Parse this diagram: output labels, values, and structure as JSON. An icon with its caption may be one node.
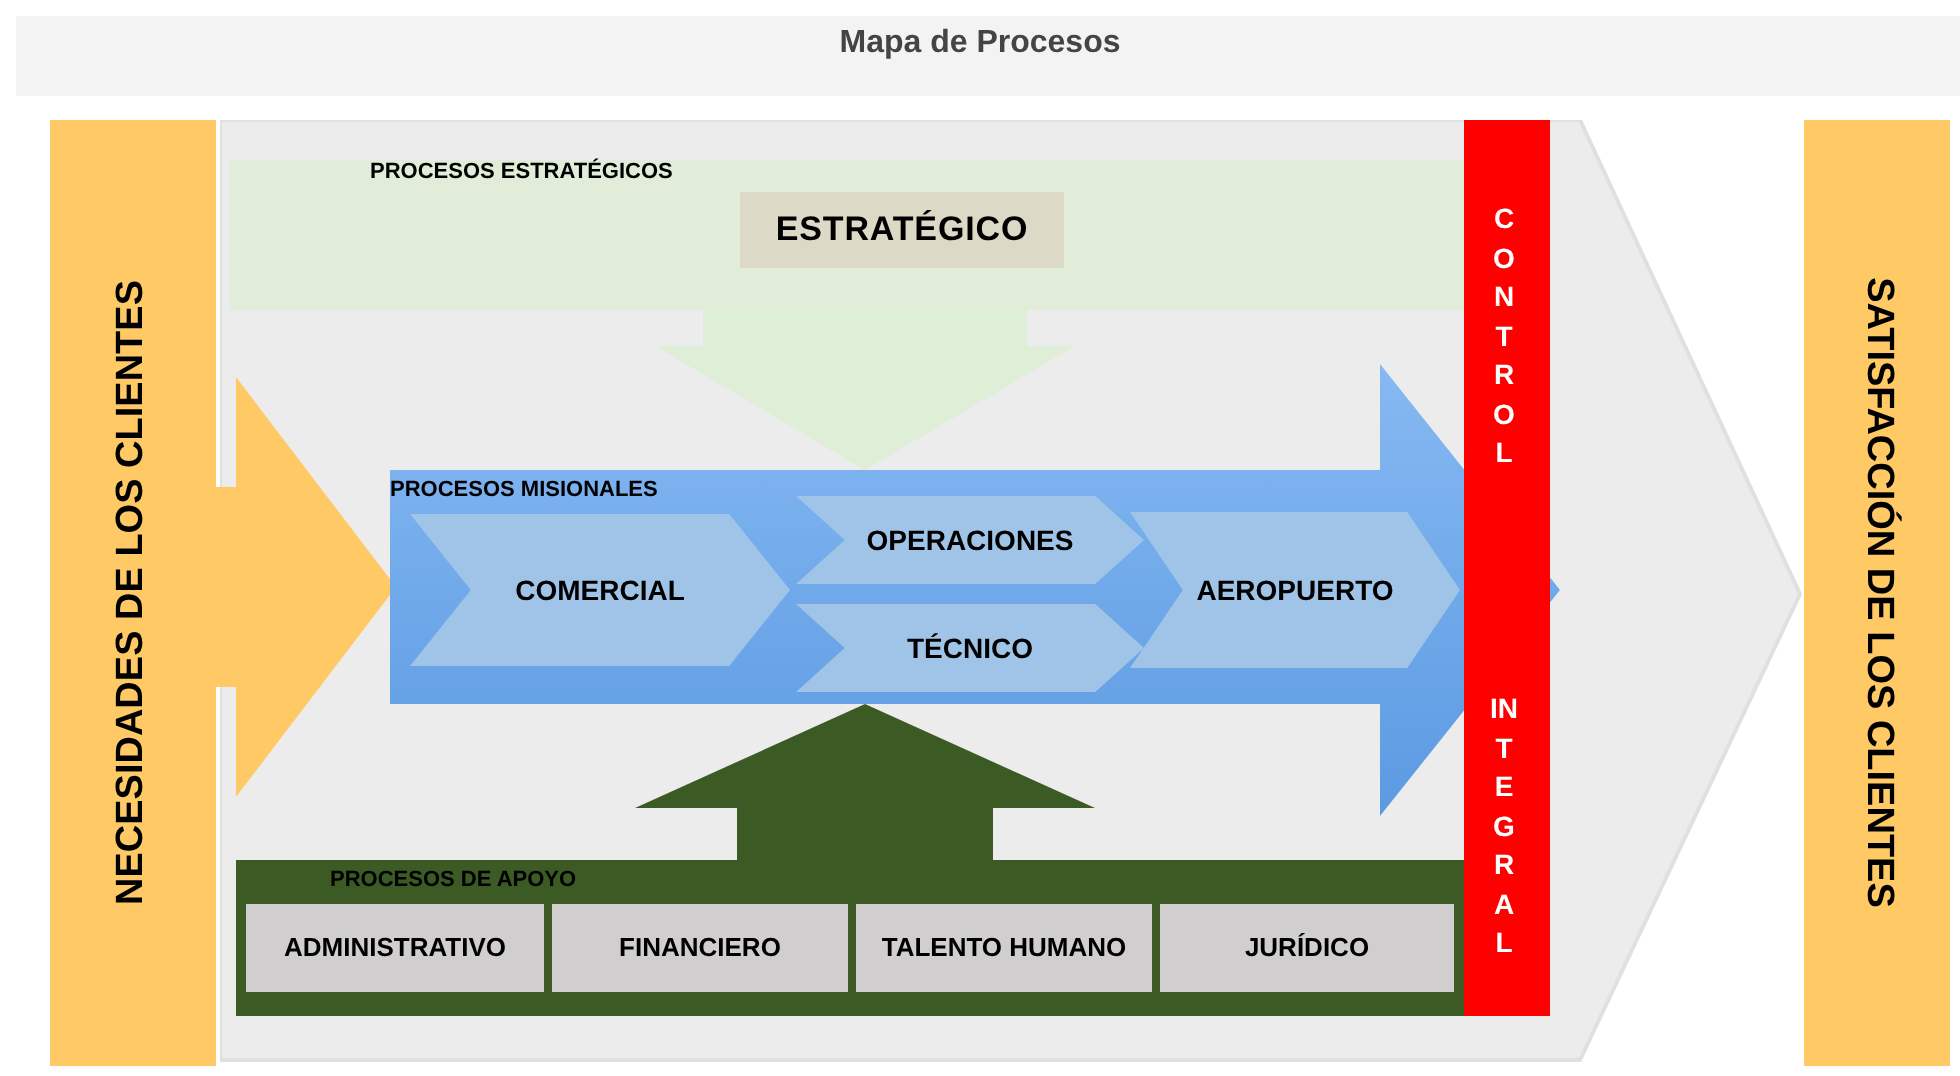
{
  "diagram": {
    "title": "Mapa de Procesos",
    "nodes": [
      {
        "text": [
          "NECESIDADES DE LOS CLIENTES"
        ]
      },
      {
        "text": [
          "PROCESOS ESTRATÉGICOS"
        ]
      },
      {
        "text": [
          "ESTRATÉGICO"
        ],
        "in": 1
      },
      {
        "text": [
          "PROCESOS MISIONALES"
        ]
      },
      {
        "text": [
          "COMERCIAL"
        ],
        "in": 3
      },
      {
        "text": [
          "OPERACIONES"
        ],
        "in": 3
      },
      {
        "text": [
          "TÉCNICO"
        ],
        "in": 3
      },
      {
        "text": [
          "AEROPUERTO"
        ],
        "in": 3
      },
      {
        "text": [
          "PROCESOS DE APOYO"
        ]
      },
      {
        "text": [
          "ADMINISTRATIVO"
        ],
        "in": 8
      },
      {
        "text": [
          "FINANCIERO"
        ],
        "in": 8
      },
      {
        "text": [
          "TALENTO HUMANO"
        ],
        "in": 8
      },
      {
        "text": [
          "JURÍDICO"
        ],
        "in": 8
      },
      {
        "text": [
          "CONTROL",
          "INTEGRAL"
        ]
      },
      {
        "text": [
          "SATISFACCIÓN DE LOS CLIENTES"
        ]
      }
    ],
    "edges": [
      {
        "from": 0,
        "to": 3,
        "arrow": "to",
        "color": "#ffc966"
      },
      {
        "from": 1,
        "to": 3,
        "arrow": "to",
        "color": "#dfeed6"
      },
      {
        "from": 8,
        "to": 3,
        "arrow": "to",
        "color": "#3b5a24"
      }
    ]
  }
}
